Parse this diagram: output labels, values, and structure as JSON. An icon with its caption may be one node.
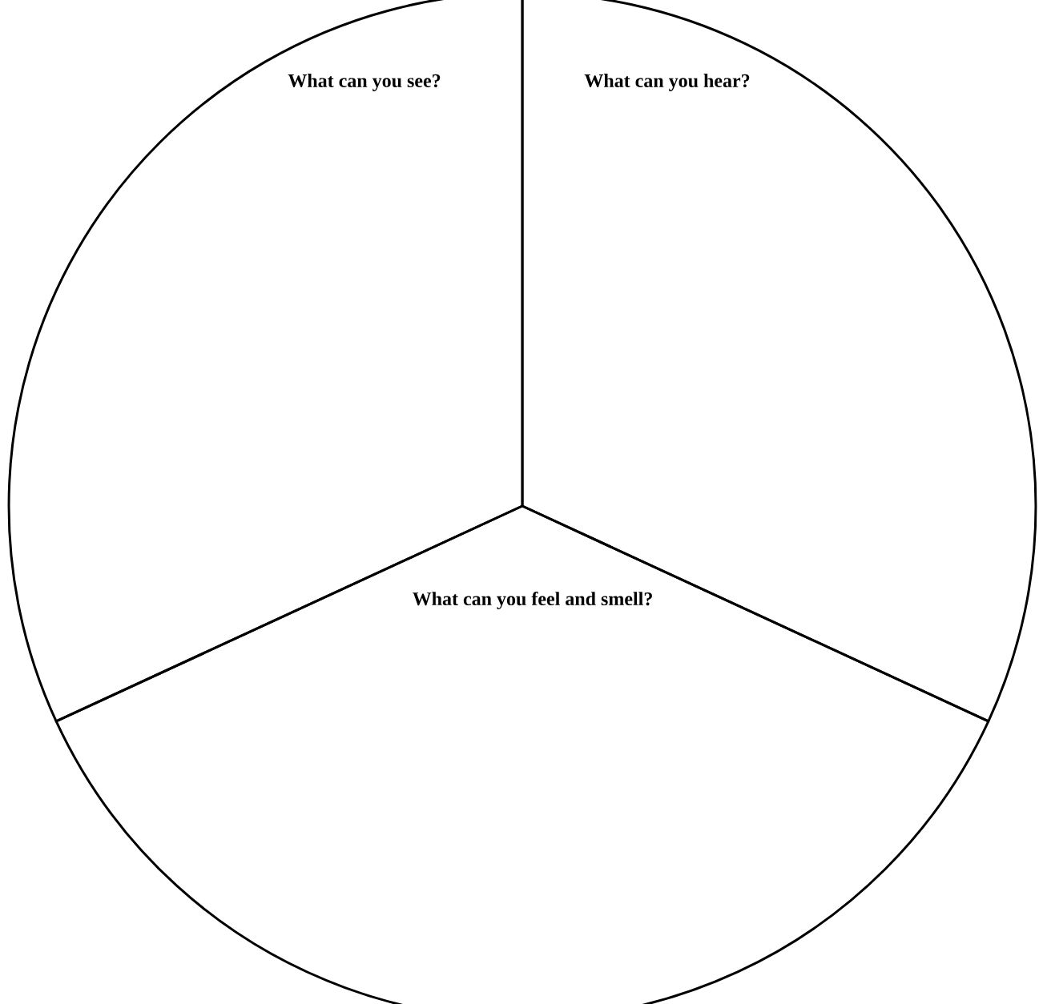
{
  "diagram": {
    "nodes": [
      {
        "text": [
          "What can you see?"
        ]
      },
      {
        "text": [
          "What can you hear?"
        ]
      },
      {
        "text": [
          "What can you feel and smell?"
        ]
      }
    ]
  }
}
